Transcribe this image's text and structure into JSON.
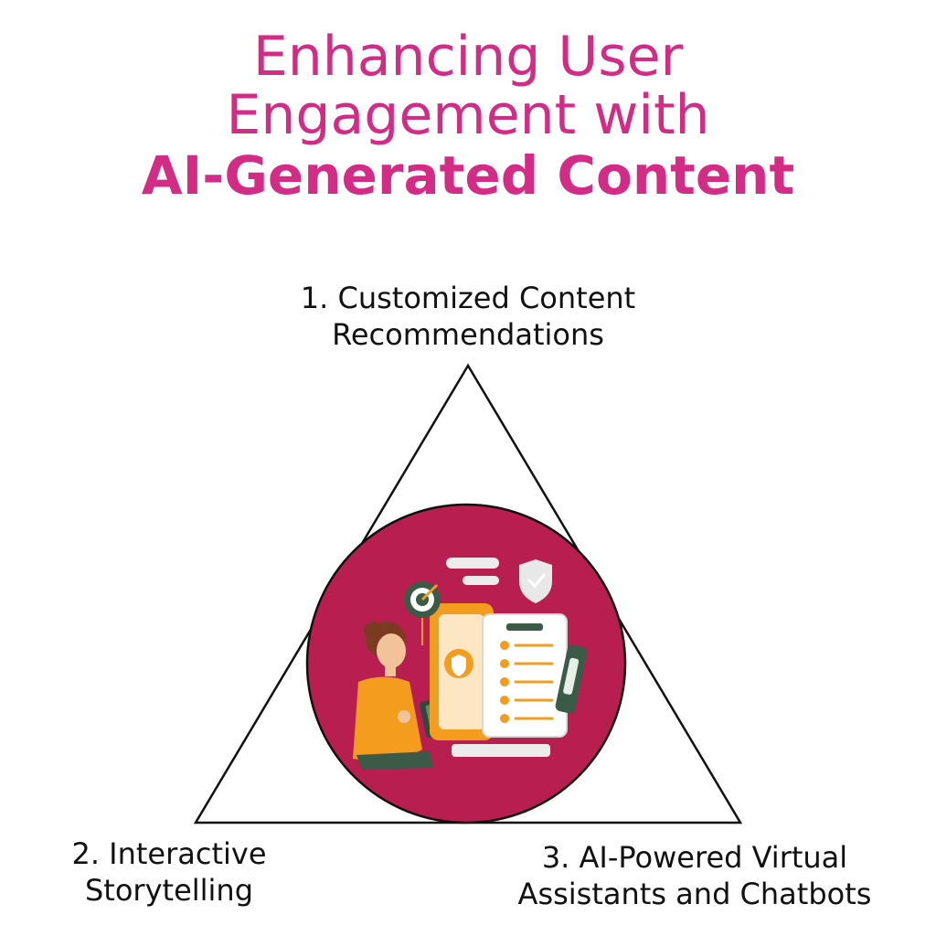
{
  "title": {
    "line1": "Enhancing User",
    "line2": "Engagement with",
    "line3": "AI-Generated Content"
  },
  "items": [
    {
      "line1": "1. Customized Content",
      "line2": "Recommendations"
    },
    {
      "line1": "2. Interactive",
      "line2": "Storytelling"
    },
    {
      "line1": "3. AI-Powered Virtual",
      "line2": "Assistants and Chatbots"
    }
  ],
  "colors": {
    "title": "#d42c86",
    "circle": "#b81e4f",
    "outline": "#111111",
    "accent_orange": "#f39c1d"
  },
  "illustration": {
    "icons": [
      "person-with-tablet-icon",
      "checklist-icon",
      "shield-icon",
      "target-icon",
      "pen-icon"
    ]
  }
}
